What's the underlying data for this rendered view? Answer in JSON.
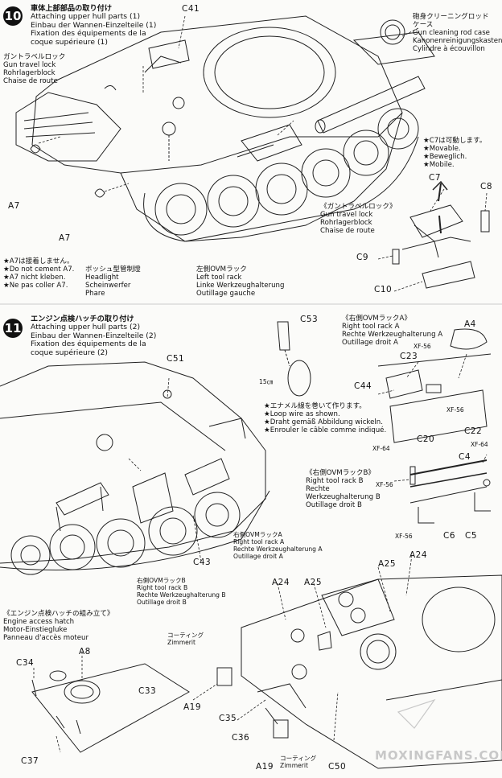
{
  "step10": {
    "number": "10",
    "title": [
      "車体上部部品の取り付け",
      "Attaching upper hull parts (1)",
      "Einbau der Wannen-Einzelteile (1)",
      "Fixation des équipements de la",
      "coque supérieure (1)"
    ],
    "gun_travel_lock_left": [
      "ガントラベルロック",
      "Gun travel lock",
      "Rohrlagerblock",
      "Chaise de route"
    ],
    "cleaning_rod_case": [
      "砲身クリーニングロッド",
      "ケース",
      "Gun cleaning rod case",
      "Kanonenreinigungskasten",
      "Cylindre à écouvillon"
    ],
    "c7_movable": [
      "★C7は可動します。",
      "★Movable.",
      "★Beweglich.",
      "★Mobile."
    ],
    "gun_travel_lock_detail": [
      "《ガントラベルロック》",
      "Gun travel lock",
      "Rohrlagerblock",
      "Chaise de route"
    ],
    "a7_note": [
      "★A7は接着しません。",
      "★Do not cement A7.",
      "★A7 nicht kleben.",
      "★Ne pas coller A7."
    ],
    "headlight": [
      "ボッシュ型管制燈",
      "Headlight",
      "Scheinwerfer",
      "Phare"
    ],
    "left_tool_rack": [
      "左側OVMラック",
      "Left tool rack",
      "Linke Werkzeughalterung",
      "Outillage gauche"
    ],
    "parts": {
      "c41": "C41",
      "a7a": "A7",
      "a7b": "A7",
      "c7": "C7",
      "c8": "C8",
      "c9": "C9",
      "c10": "C10"
    }
  },
  "step11": {
    "number": "11",
    "title": [
      "エンジン点検ハッチの取り付け",
      "Attaching upper hull parts (2)",
      "Einbau der Wannen-Einzelteile (2)",
      "Fixation des équipements de la",
      "coque supérieure (2)"
    ],
    "right_rack_a_detail": [
      "《右側OVMラックA》",
      "Right tool rack A",
      "Rechte Werkzeughalterung A",
      "Outillage droit A"
    ],
    "loop_wire": [
      "★エナメル線を巻いて作ります。",
      "★Loop wire as shown.",
      "★Draht gemäß Abbildung wickeln.",
      "★Enrouler le câble comme indiqué."
    ],
    "wire_length": "15㎝",
    "right_rack_b_detail": [
      "《右側OVMラックB》",
      "Right tool rack B",
      "Rechte",
      "Werkzeughalterung B",
      "Outillage droit B"
    ],
    "right_rack_a_main": [
      "右側OVMラックA",
      "Right tool rack A",
      "Rechte Werkzeughalterung A",
      "Outillage droit A"
    ],
    "right_rack_b_main": [
      "右側OVMラックB",
      "Right tool rack B",
      "Rechte Werkzeughalterung B",
      "Outillage droit B"
    ],
    "engine_hatch": [
      "《エンジン点検ハッチの組み立て》",
      "Engine access hatch",
      "Motor-Einstiegluke",
      "Panneau d'accès moteur"
    ],
    "zimmerit1": [
      "コーティング",
      "Zimmerit"
    ],
    "zimmerit2": [
      "コーティング",
      "Zimmerit"
    ],
    "parts": {
      "c53": "C53",
      "a4": "A4",
      "c23": "C23",
      "c44": "C44",
      "c20": "C20",
      "c22": "C22",
      "c51": "C51",
      "c43": "C43",
      "c4": "C4",
      "c6": "C6",
      "c5": "C5",
      "a24a": "A24",
      "a25a": "A25",
      "a25b": "A25",
      "a24b": "A24",
      "c34": "C34",
      "a8": "A8",
      "c33": "C33",
      "c37": "C37",
      "a19a": "A19",
      "c35": "C35",
      "c36": "C36",
      "a19b": "A19",
      "c50": "C50"
    },
    "paints": {
      "xf56a": "XF-56",
      "xf56b": "XF-56",
      "xf64a": "XF-64",
      "xf64b": "XF-64",
      "xf56c": "XF-56",
      "xf56d": "XF-56"
    }
  },
  "watermark": "MOXINGFANS.COM"
}
